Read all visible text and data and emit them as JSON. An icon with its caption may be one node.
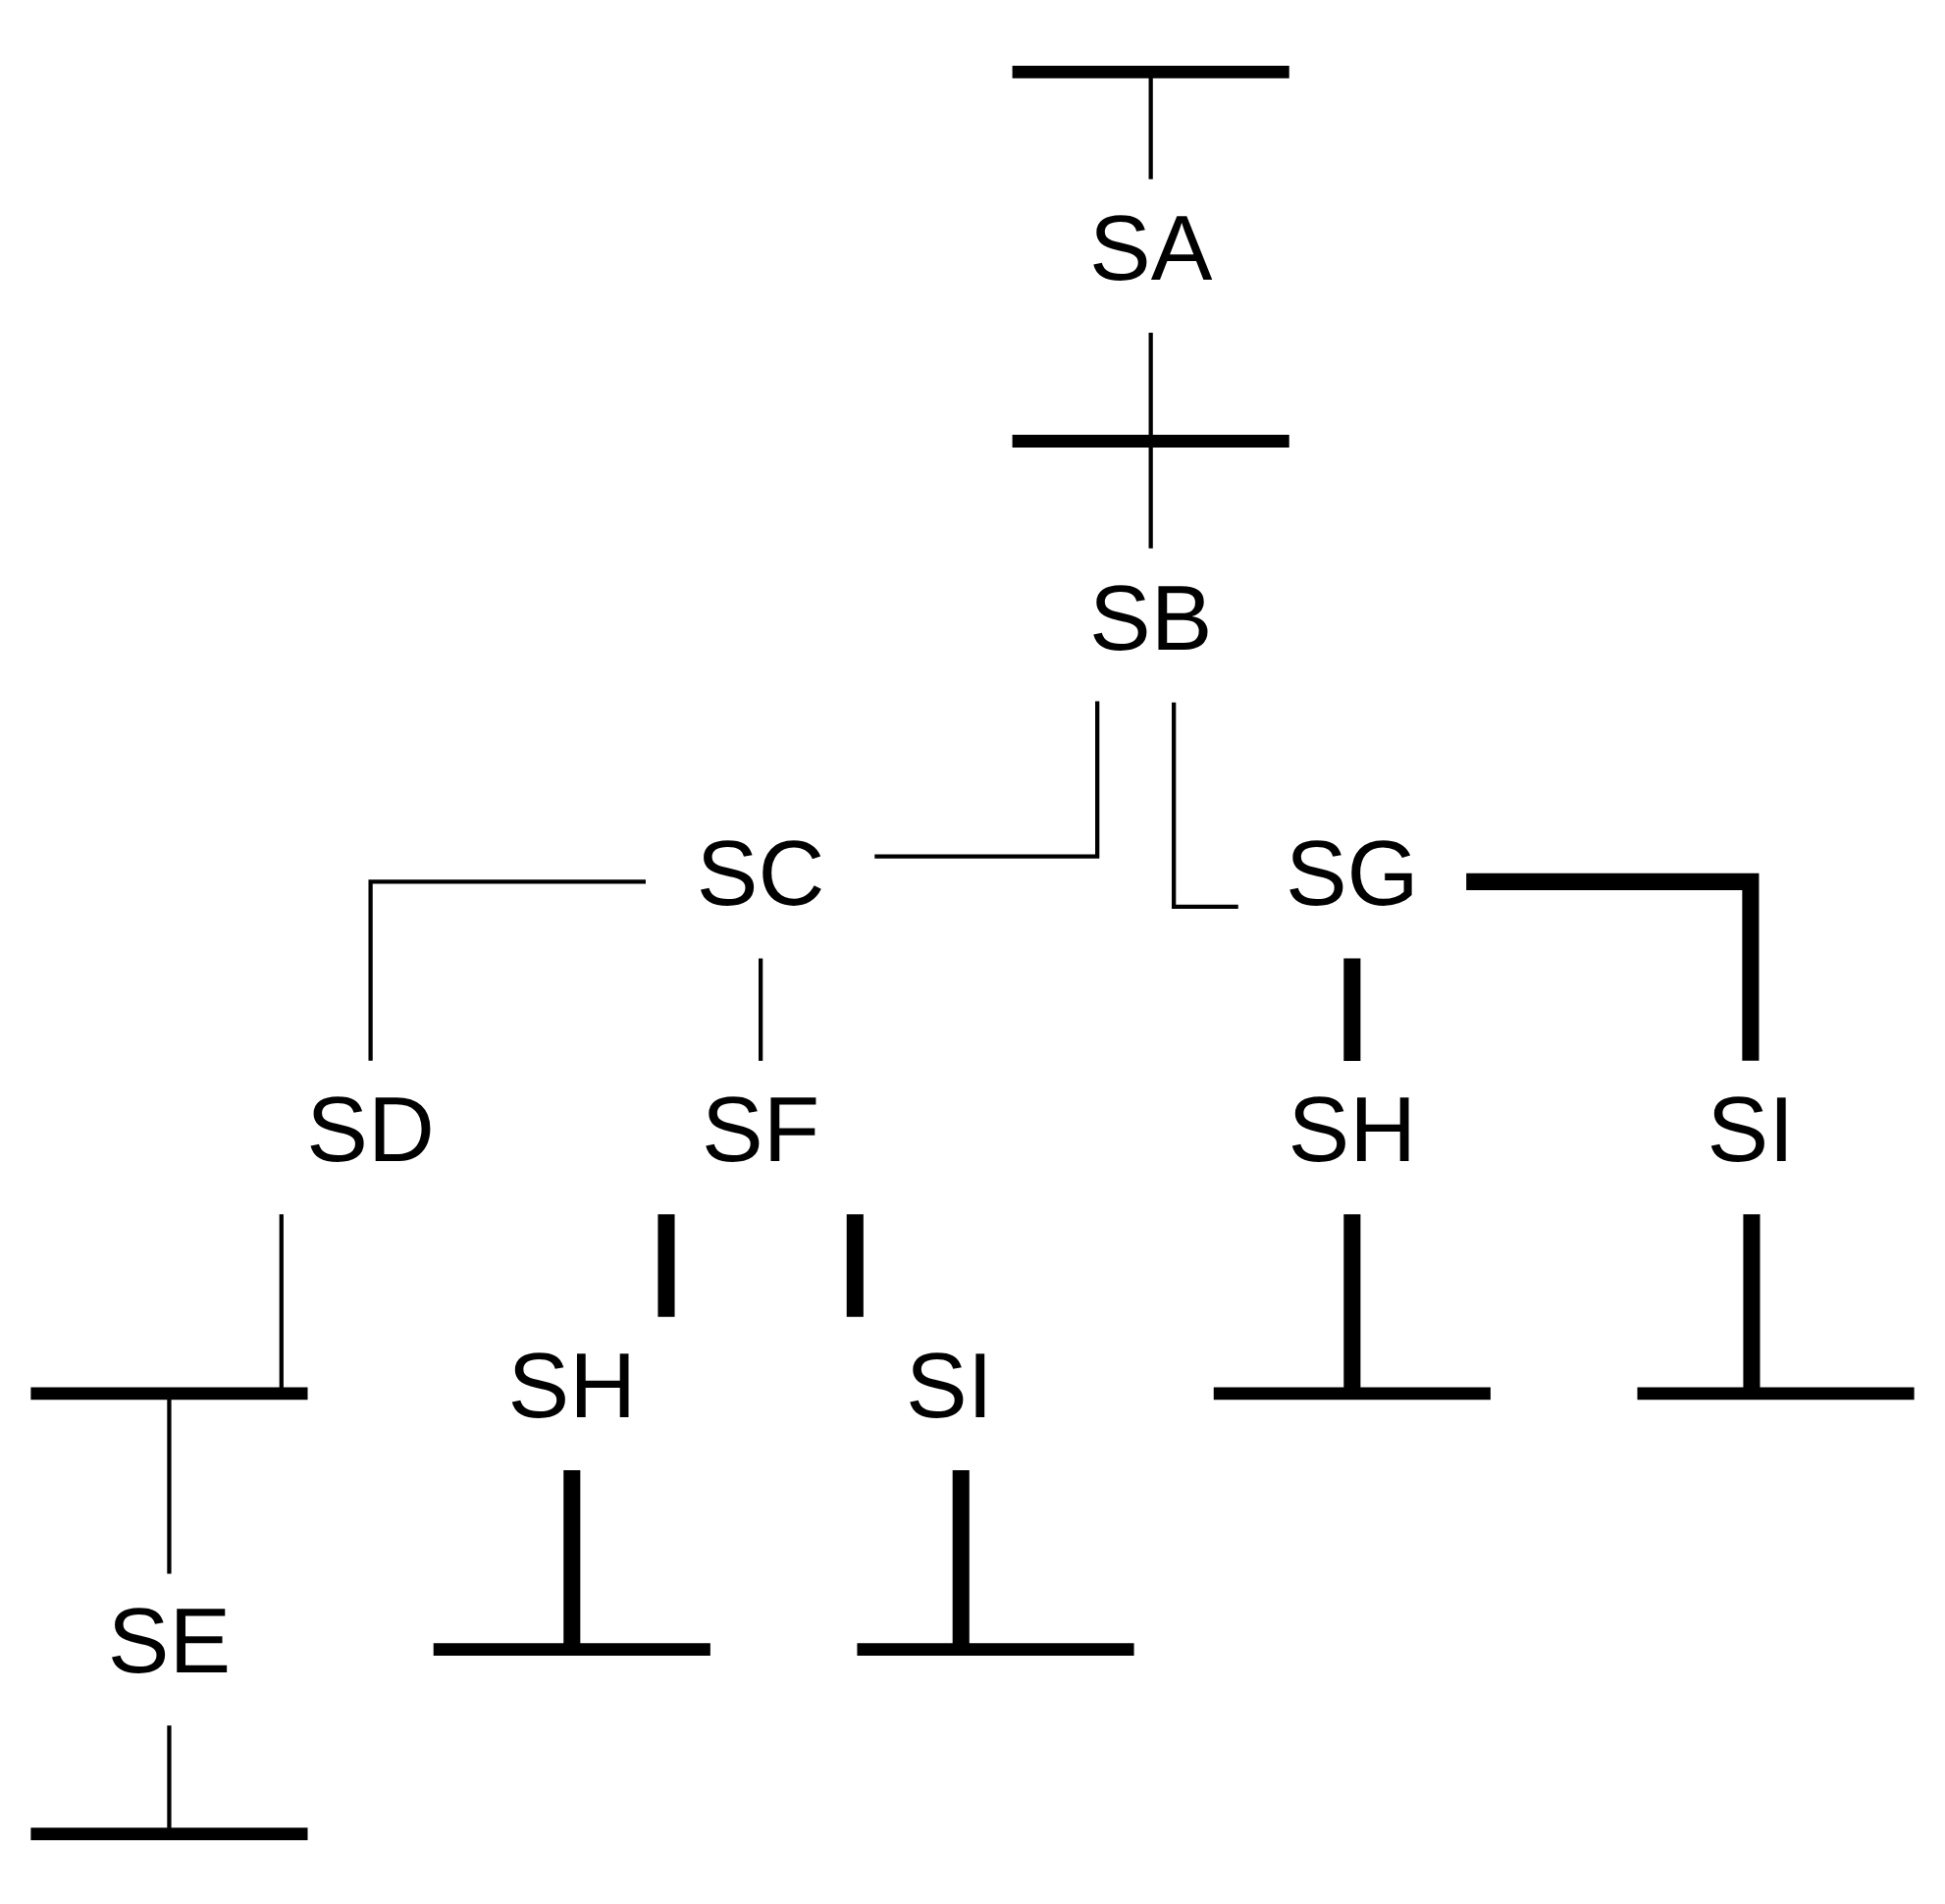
{
  "diagram": {
    "nodes": [
      {
        "text": [],
        "shape": "bar"
      },
      {
        "text": [
          "SA"
        ]
      },
      {
        "text": [],
        "shape": "bar"
      },
      {
        "text": [
          "SB"
        ]
      },
      {
        "text": [
          "SC"
        ]
      },
      {
        "text": [
          "SD"
        ]
      },
      {
        "text": [],
        "shape": "bar"
      },
      {
        "text": [
          "SE"
        ]
      },
      {
        "text": [],
        "shape": "bar"
      },
      {
        "text": [
          "SF"
        ]
      },
      {
        "text": [
          "SH"
        ]
      },
      {
        "text": [],
        "shape": "bar"
      },
      {
        "text": [
          "SI"
        ]
      },
      {
        "text": [],
        "shape": "bar"
      },
      {
        "text": [
          "SG"
        ]
      },
      {
        "text": [
          "SH"
        ]
      },
      {
        "text": [],
        "shape": "bar"
      },
      {
        "text": [
          "SI"
        ]
      },
      {
        "text": [],
        "shape": "bar"
      }
    ],
    "edges": [
      {
        "from": 0,
        "to": 1,
        "arrow": "none"
      },
      {
        "from": 1,
        "to": 2,
        "arrow": "none"
      },
      {
        "from": 2,
        "to": 3,
        "arrow": "none"
      },
      {
        "from": 3,
        "to": 4,
        "arrow": "none"
      },
      {
        "from": 3,
        "to": 14,
        "arrow": "none"
      },
      {
        "from": 4,
        "to": 5,
        "arrow": "none"
      },
      {
        "from": 4,
        "to": 9,
        "arrow": "none"
      },
      {
        "from": 5,
        "to": 6,
        "arrow": "none"
      },
      {
        "from": 6,
        "to": 7,
        "arrow": "none"
      },
      {
        "from": 7,
        "to": 8,
        "arrow": "none"
      },
      {
        "from": 9,
        "to": 10,
        "arrow": "none",
        "style": "thick"
      },
      {
        "from": 9,
        "to": 12,
        "arrow": "none",
        "style": "thick"
      },
      {
        "from": 10,
        "to": 11,
        "arrow": "none",
        "style": "thick"
      },
      {
        "from": 12,
        "to": 13,
        "arrow": "none",
        "style": "thick"
      },
      {
        "from": 14,
        "to": 15,
        "arrow": "none",
        "style": "thick"
      },
      {
        "from": 14,
        "to": 17,
        "arrow": "none",
        "style": "thick"
      },
      {
        "from": 15,
        "to": 16,
        "arrow": "none",
        "style": "thick"
      },
      {
        "from": 17,
        "to": 18,
        "arrow": "none",
        "style": "thick"
      }
    ]
  }
}
